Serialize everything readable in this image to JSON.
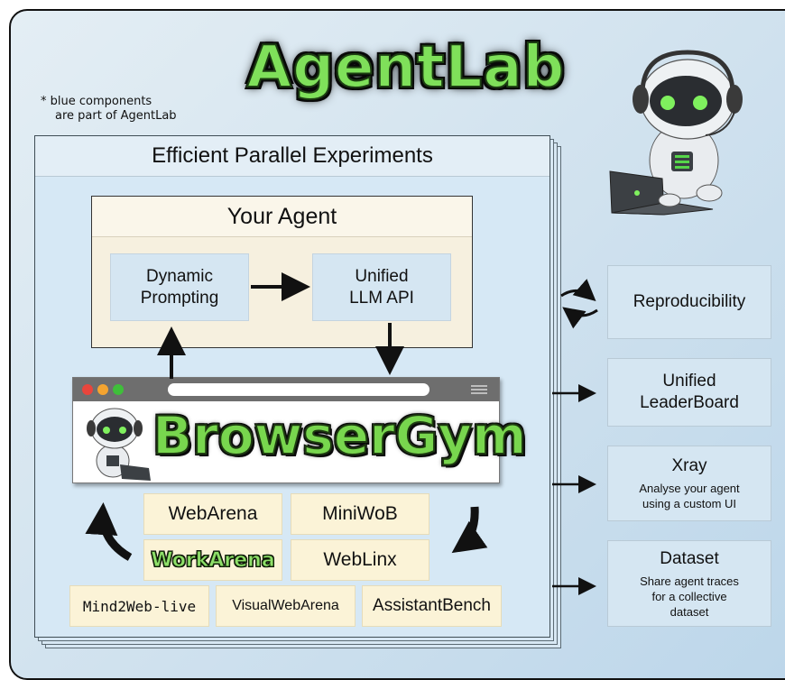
{
  "title": "AgentLab",
  "note": {
    "line1": "* blue components",
    "line2": "are part of AgentLab"
  },
  "experiments_panel": {
    "header": "Efficient Parallel Experiments"
  },
  "your_agent": {
    "header": "Your Agent",
    "dynamic_prompting": [
      "Dynamic",
      "Prompting"
    ],
    "unified_llm_api": [
      "Unified",
      "LLM API"
    ]
  },
  "browsergym": {
    "logo_text": "BrowserGym"
  },
  "benchmarks": {
    "row1": [
      "WebArena",
      "MiniWoB"
    ],
    "row2": [
      "WorkArena",
      "WebLinx"
    ],
    "row3": [
      "Mind2Web-live",
      "VisualWebArena",
      "AssistantBench"
    ]
  },
  "side_features": [
    {
      "title": "Reproducibility",
      "subtitle": ""
    },
    {
      "title_lines": [
        "Unified",
        "LeaderBoard"
      ],
      "subtitle": ""
    },
    {
      "title": "Xray",
      "subtitle_lines": [
        "Analyse your agent",
        "using a custom UI"
      ]
    },
    {
      "title": "Dataset",
      "subtitle_lines": [
        "Share agent traces",
        "for a collective",
        "dataset"
      ]
    }
  ],
  "colors": {
    "logo_green": "#7fe05a",
    "blue_component": "#d5e6f2",
    "benchmark_yellow": "#fbf3d7",
    "agent_beige": "#f6f0df"
  },
  "icons": {
    "robot": "robot-with-laptop-icon",
    "browser_dots": [
      "red",
      "orange",
      "green"
    ],
    "menu": "hamburger-menu-icon"
  }
}
